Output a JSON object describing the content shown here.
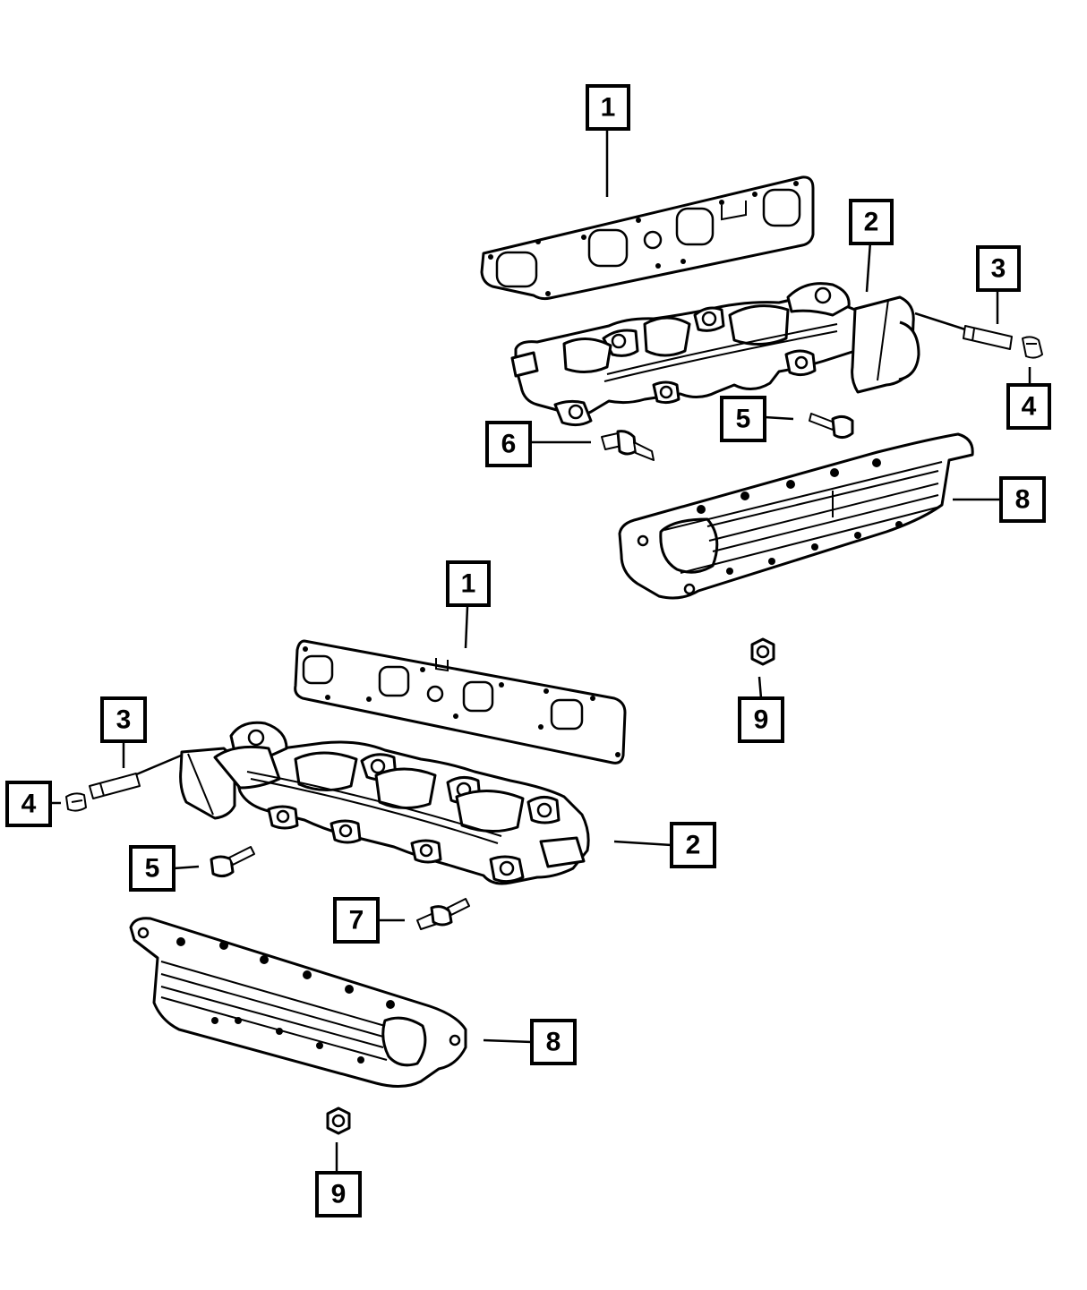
{
  "callouts": [
    {
      "id": "upper-gasket",
      "text": "1"
    },
    {
      "id": "upper-manifold",
      "text": "2"
    },
    {
      "id": "upper-stud",
      "text": "3"
    },
    {
      "id": "upper-nut",
      "text": "4"
    },
    {
      "id": "upper-bolt",
      "text": "5"
    },
    {
      "id": "upper-sensor",
      "text": "6"
    },
    {
      "id": "upper-heat-shield",
      "text": "8"
    },
    {
      "id": "upper-shield-nut",
      "text": "9"
    },
    {
      "id": "lower-gasket",
      "text": "1"
    },
    {
      "id": "lower-stud",
      "text": "3"
    },
    {
      "id": "lower-nut",
      "text": "4"
    },
    {
      "id": "lower-manifold",
      "text": "2"
    },
    {
      "id": "lower-bolt",
      "text": "5"
    },
    {
      "id": "lower-sensor",
      "text": "7"
    },
    {
      "id": "lower-heat-shield",
      "text": "8"
    },
    {
      "id": "lower-shield-nut",
      "text": "9"
    }
  ],
  "colors": {
    "line": "#000000",
    "background": "#ffffff"
  }
}
